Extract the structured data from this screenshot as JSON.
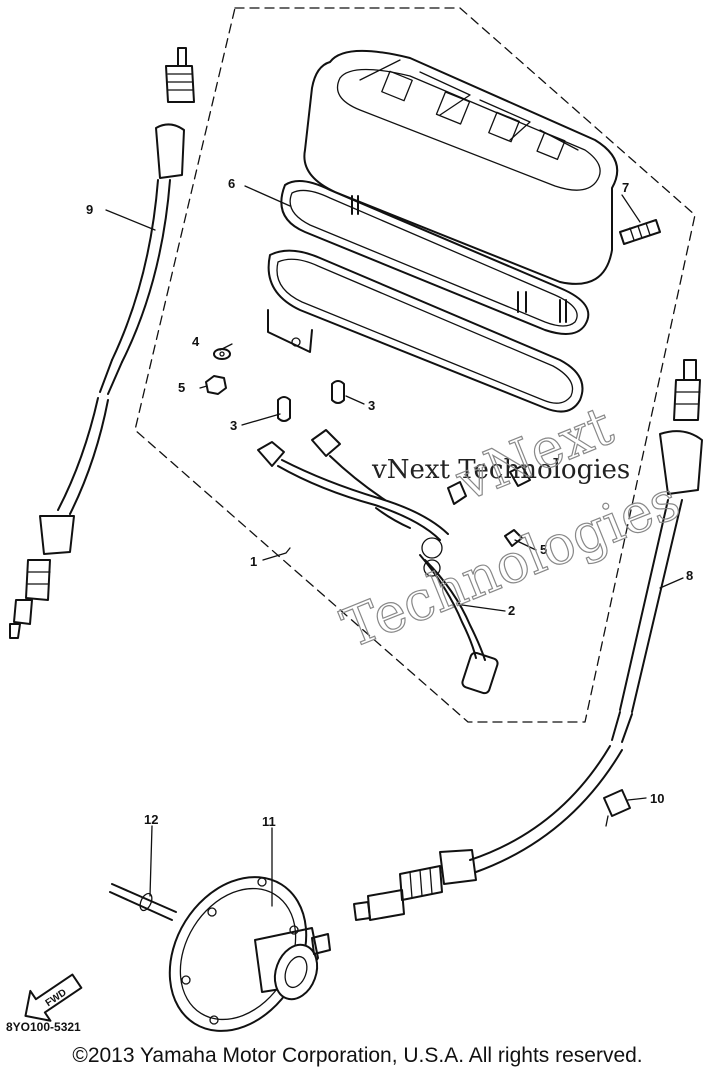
{
  "diagram": {
    "callouts": {
      "c1": "1",
      "c2": "2",
      "c3a": "3",
      "c3b": "3",
      "c4": "4",
      "c5a": "5",
      "c5b": "5",
      "c6": "6",
      "c7": "7",
      "c8": "8",
      "c9": "9",
      "c10": "10",
      "c11": "11",
      "c12": "12"
    },
    "fwd_label": "FWD",
    "part_code": "8YO100-5321"
  },
  "watermark": {
    "line1": "vNext Technologies",
    "line2": "vNext",
    "line3": "Technologies"
  },
  "copyright": "©2013 Yamaha Motor Corporation, U.S.A. All rights reserved."
}
